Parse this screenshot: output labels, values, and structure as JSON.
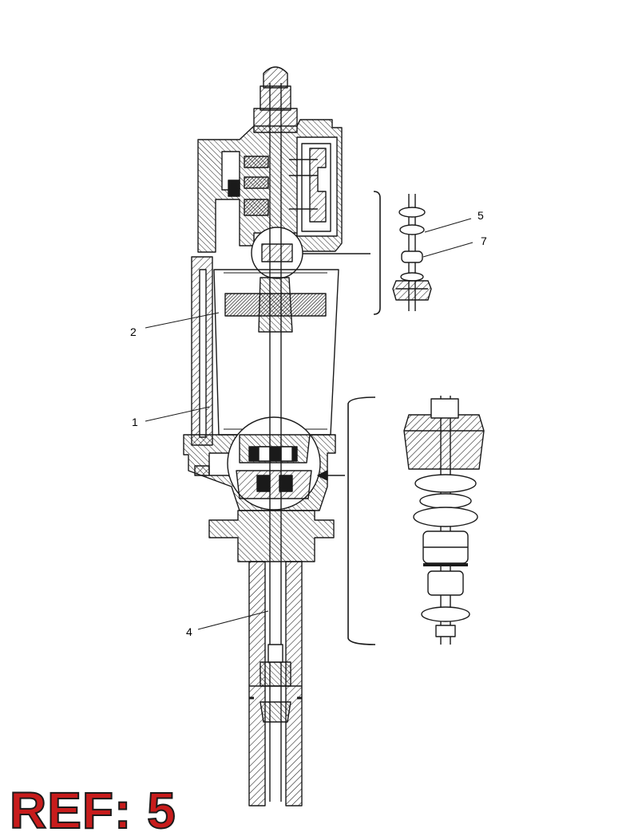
{
  "callouts": {
    "c1": "1",
    "c2": "2",
    "c4": "4",
    "c5": "5",
    "c7": "7"
  },
  "ref_label": "REF: 5",
  "colors": {
    "line": "#1a1a1a",
    "ref_fill": "#c81c1c",
    "ref_outline": "#1a1a1a"
  }
}
